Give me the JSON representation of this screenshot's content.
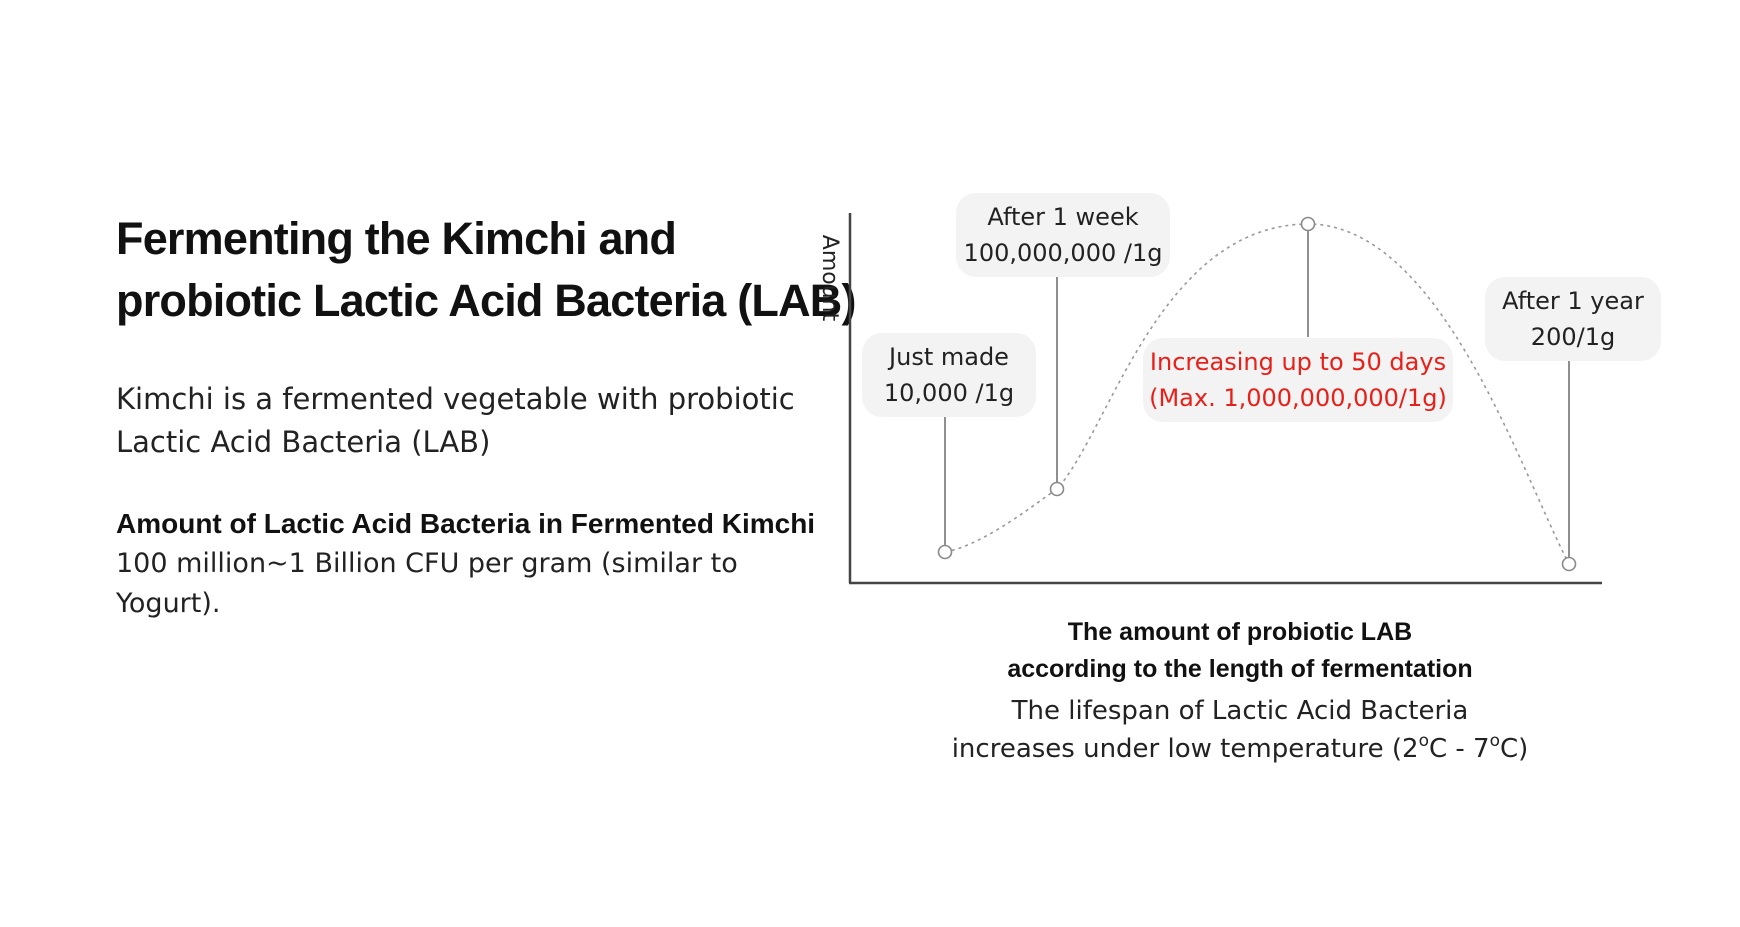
{
  "left_panel": {
    "title_lines": [
      "Fermenting the Kimchi and",
      "probiotic Lactic Acid Bacteria (LAB)"
    ],
    "intro_lines": [
      "Kimchi is a fermented vegetable with probiotic",
      "Lactic Acid Bacteria (LAB)"
    ],
    "amount_heading": "Amount of Lactic Acid Bacteria in Fermented Kimchi",
    "amount_lines": [
      "100 million~1 Billion CFU per gram (similar to",
      "Yogurt)."
    ]
  },
  "chart_data": {
    "type": "line",
    "ylabel": "Amount",
    "xlabel": "",
    "line_style": "dotted",
    "marker": "hollow-circle",
    "axis_tick_labels": false,
    "points": [
      {
        "label_lines": [
          "Just made",
          "10,000 /1g"
        ],
        "value_per_g": 10000,
        "highlight": false
      },
      {
        "label_lines": [
          "After 1 week",
          "100,000,000 /1g"
        ],
        "value_per_g": 100000000,
        "highlight": false
      },
      {
        "label_lines": [
          "Increasing up to 50 days",
          "(Max. 1,000,000,000/1g)"
        ],
        "value_per_g": 1000000000,
        "highlight": true
      },
      {
        "label_lines": [
          "After 1 year",
          "200/1g"
        ],
        "value_per_g": 200,
        "highlight": false
      }
    ],
    "colors": {
      "axis": "#444444",
      "curve": "#999999",
      "label_bg": "#f3f3f3",
      "label_text": "#222222",
      "highlight_text": "#e8201a"
    }
  },
  "caption": {
    "bold_lines": [
      "The amount of probiotic LAB",
      "according to the length of fermentation"
    ],
    "line1": "The lifespan of Lactic Acid Bacteria",
    "line2_pre": "increases under low temperature (2",
    "sup1": "o",
    "line2_mid": "C - 7",
    "sup2": "o",
    "line2_post": "C)"
  }
}
